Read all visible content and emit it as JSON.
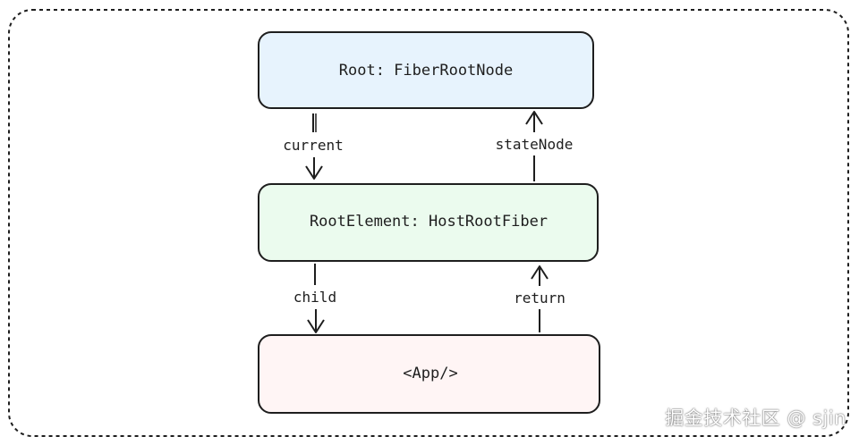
{
  "nodes": {
    "root": {
      "label": "Root: FiberRootNode",
      "fill": "#e7f3fd"
    },
    "root_element": {
      "label": "RootElement: HostRootFiber",
      "fill": "#ebfbee"
    },
    "app": {
      "label": "<App/>",
      "fill": "#fff5f5"
    }
  },
  "edges": {
    "current": "current",
    "state_node": "stateNode",
    "child": "child",
    "return": "return"
  },
  "watermark": "掘金技术社区 @ sjin",
  "colors": {
    "stroke": "#1e1e1e",
    "frame": "#1e1e1e"
  }
}
